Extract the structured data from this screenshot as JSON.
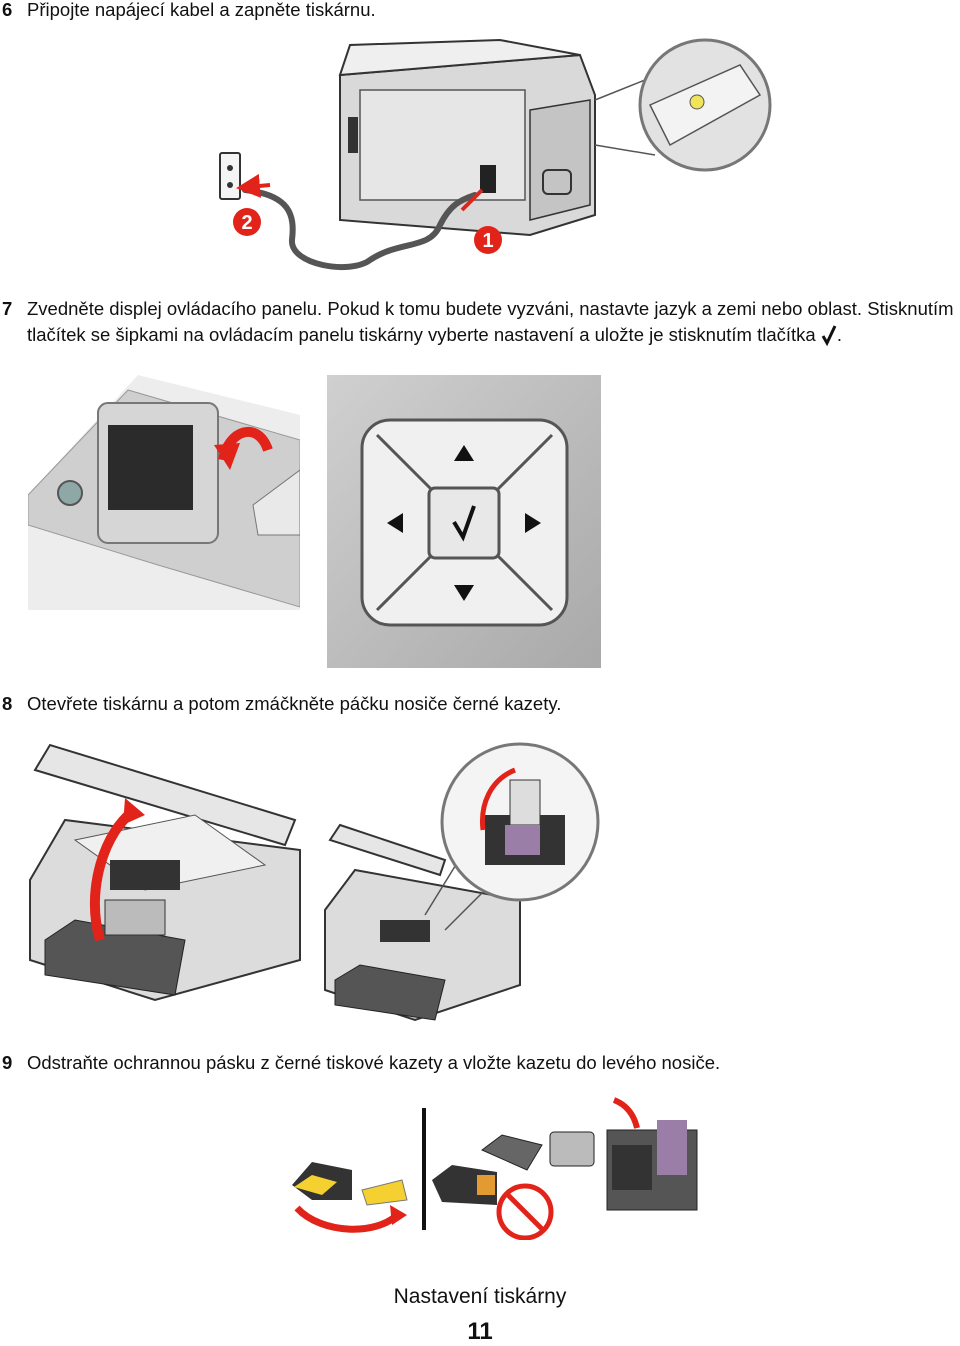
{
  "steps": [
    {
      "number": "6",
      "text": "Připojte napájecí kabel a zapněte tiskárnu."
    },
    {
      "number": "7",
      "line1": "Zvedněte displej ovládacího panelu. Pokud k tomu budete vyzváni, nastavte jazyk a zemi nebo oblast. Stisknutím",
      "line2": "tlačítek se šipkami na ovládacím panelu tiskárny vyberte nastavení a uložte je stisknutím tlačítka",
      "line2_end": "."
    },
    {
      "number": "8",
      "text": "Otevřete tiskárnu a potom zmáčkněte páčku nosiče černé kazety."
    },
    {
      "number": "9",
      "text": "Odstraňte ochrannou pásku z černé tiskové kazety a vložte kazetu do levého nosiče."
    }
  ],
  "figure6": {
    "callout_1": "1",
    "callout_2": "2"
  },
  "footer": {
    "title": "Nastavení tiskárny",
    "page": "11"
  },
  "colors": {
    "callout": "#e2231a",
    "arrow": "#e2231a",
    "panel_gray": "#c8c8c8"
  }
}
